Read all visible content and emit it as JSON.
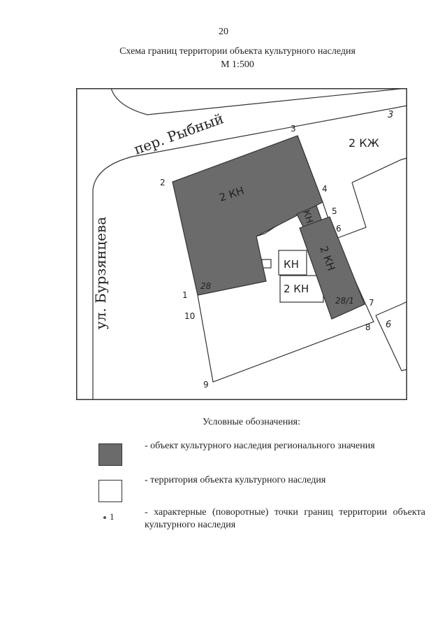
{
  "page_number": "20",
  "title": {
    "line1": "Схема границ территории объекта культурного наследия",
    "line2": "М 1:500"
  },
  "map": {
    "streets": {
      "rybny": "пер. Рыбный",
      "burzyantseva": "ул. Бурзянцева"
    },
    "building_labels": {
      "main": "2 КН",
      "small_kn": "КН",
      "strip": "2 КН",
      "kn_white": "КН",
      "kn2_white": "2 КН",
      "kzh": "2 КЖ"
    },
    "house_numbers": {
      "n28": "28",
      "n28_1": "28/1",
      "n3": "3",
      "n6": "6"
    },
    "points": [
      "1",
      "2",
      "3",
      "4",
      "5",
      "6",
      "7",
      "8",
      "9",
      "10"
    ],
    "colors": {
      "heritage_fill": "#6b6b6b",
      "line": "#333333"
    }
  },
  "legend": {
    "heading": "Условные обозначения:",
    "item1": "- объект культурного наследия регионального значения",
    "item2": "- территория объекта культурного наследия",
    "item3": "- характерные (поворотные) точки границ территории объекта культурного наследия",
    "point_sample": "1"
  }
}
